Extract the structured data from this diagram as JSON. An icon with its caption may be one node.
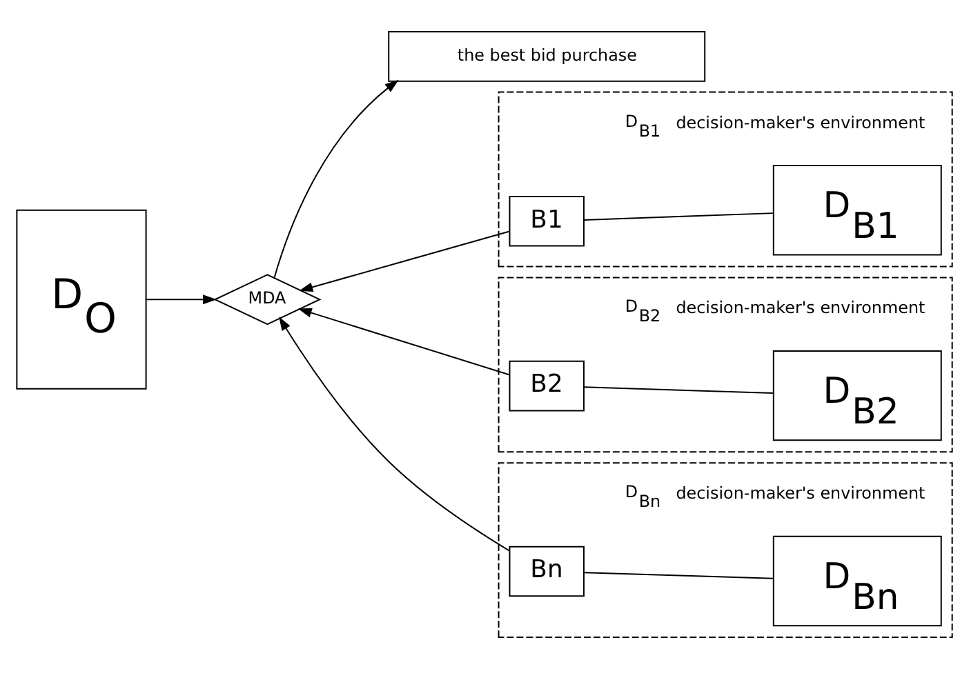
{
  "diagram": {
    "nodes": [
      {
        "text": [
          "the best bid purchase"
        ]
      },
      {
        "text": [
          "D$_{O}$"
        ]
      },
      {
        "text": [
          "MDA"
        ]
      },
      {
        "text": [
          "D$_{B1}$",
          "decision-maker's environment"
        ]
      },
      {
        "text": [
          "B1"
        ],
        "in": 3
      },
      {
        "text": [
          "D$_{B1}$"
        ],
        "in": 3
      },
      {
        "text": [
          "D$_{B2}$",
          "decision-maker's environment"
        ]
      },
      {
        "text": [
          "B2"
        ],
        "in": 6
      },
      {
        "text": [
          "D$_{B2}$"
        ],
        "in": 6
      },
      {
        "text": [
          "D$_{Bn}$",
          "decision-maker's environment"
        ]
      },
      {
        "text": [
          "Bn"
        ],
        "in": 9
      },
      {
        "text": [
          "D$_{Bn}$"
        ],
        "in": 9
      }
    ],
    "edges": [
      {
        "from": 1,
        "to": 2,
        "arrow": "to"
      },
      {
        "from": 2,
        "to": 0,
        "arrow": "to"
      },
      {
        "from": 4,
        "to": 2,
        "arrow": "to"
      },
      {
        "from": 7,
        "to": 2,
        "arrow": "to"
      },
      {
        "from": 10,
        "to": 2,
        "arrow": "to"
      },
      {
        "from": 4,
        "to": 5,
        "arrow": "none"
      },
      {
        "from": 7,
        "to": 8,
        "arrow": "none"
      },
      {
        "from": 10,
        "to": 11,
        "arrow": "none"
      }
    ]
  }
}
